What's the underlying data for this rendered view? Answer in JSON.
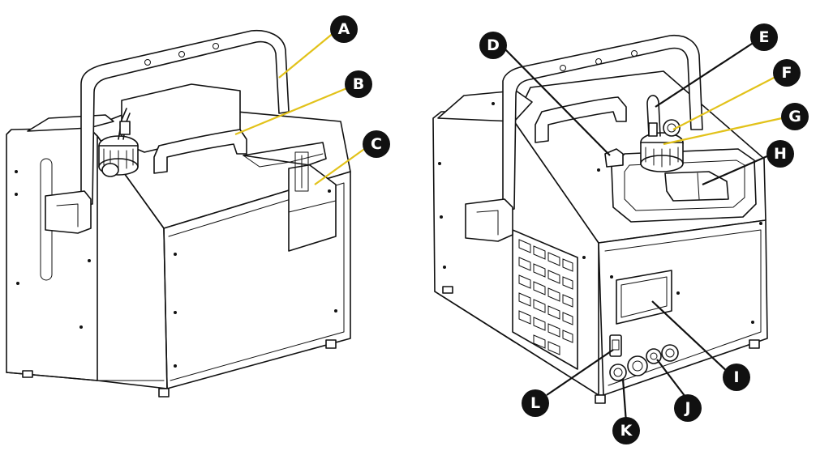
{
  "callouts": [
    {
      "id": "A",
      "label": "A"
    },
    {
      "id": "B",
      "label": "B"
    },
    {
      "id": "C",
      "label": "C"
    },
    {
      "id": "D",
      "label": "D"
    },
    {
      "id": "E",
      "label": "E"
    },
    {
      "id": "F",
      "label": "F"
    },
    {
      "id": "G",
      "label": "G"
    },
    {
      "id": "H",
      "label": "H"
    },
    {
      "id": "I",
      "label": "I"
    },
    {
      "id": "J",
      "label": "J"
    },
    {
      "id": "K",
      "label": "K"
    },
    {
      "id": "L",
      "label": "L"
    }
  ],
  "colors": {
    "callout_fill": "#111111",
    "callout_text": "#ffffff",
    "leader": "#e2c21a",
    "outline": "#111111",
    "background": "#ffffff"
  }
}
